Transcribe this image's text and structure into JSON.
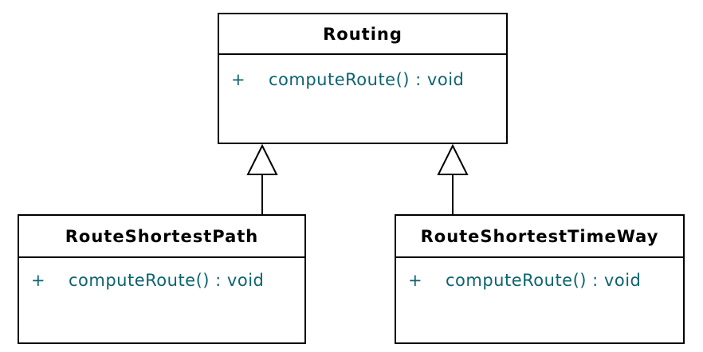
{
  "diagram": {
    "type": "uml-class-diagram",
    "classes": [
      {
        "name": "Routing",
        "methods": [
          {
            "visibility": "+",
            "signature": "computeRoute() : void"
          }
        ]
      },
      {
        "name": "RouteShortestPath",
        "methods": [
          {
            "visibility": "+",
            "signature": "computeRoute() : void"
          }
        ]
      },
      {
        "name": "RouteShortestTimeWay",
        "methods": [
          {
            "visibility": "+",
            "signature": "computeRoute() : void"
          }
        ]
      }
    ],
    "relations": [
      {
        "type": "generalization",
        "from": "RouteShortestPath",
        "to": "Routing"
      },
      {
        "type": "generalization",
        "from": "RouteShortestTimeWay",
        "to": "Routing"
      }
    ],
    "colors": {
      "background": "#ffffff",
      "box_fill": "#ffffff",
      "box_border": "#000000",
      "class_name_text": "#000000",
      "member_text": "#0c6470"
    }
  }
}
